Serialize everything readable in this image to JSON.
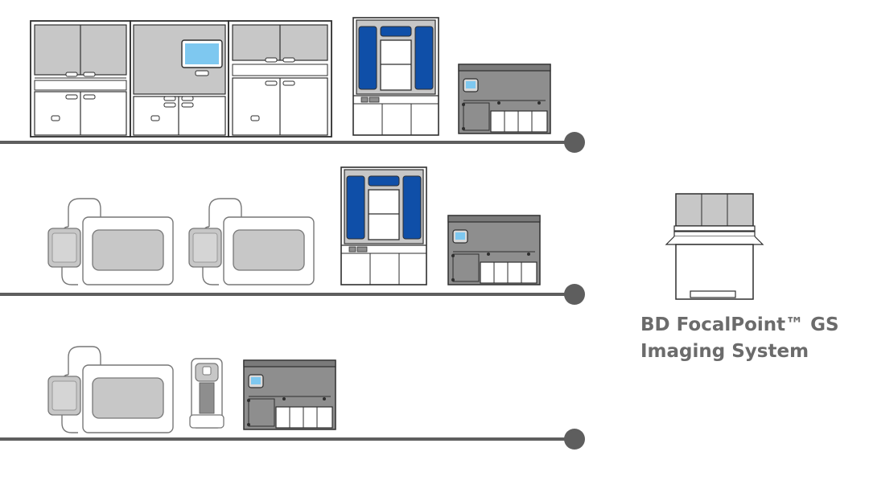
{
  "colors": {
    "outline": "#2e2e2e",
    "panel_gray": "#c7c7c7",
    "module_gray": "#8e8e8e",
    "blue": "#0f4fa8",
    "screen_light_blue": "#7ec8f0",
    "line_gray": "#5e5e5e",
    "text_gray": "#6b6b6b"
  },
  "rows": [
    {
      "name": "row-1",
      "instruments": [
        "processor-cabinet-bank",
        "hood-station",
        "imaging-module"
      ]
    },
    {
      "name": "row-2",
      "instruments": [
        "processor-unit",
        "processor-unit",
        "hood-station",
        "imaging-module"
      ]
    },
    {
      "name": "row-3",
      "instruments": [
        "processor-unit",
        "small-vial-stand",
        "imaging-module"
      ]
    }
  ],
  "featured_instrument": {
    "icon": "focalpoint-gs-imaging-system",
    "label_line1": "BD FocalPoint™ GS",
    "label_line2": "Imaging System"
  }
}
